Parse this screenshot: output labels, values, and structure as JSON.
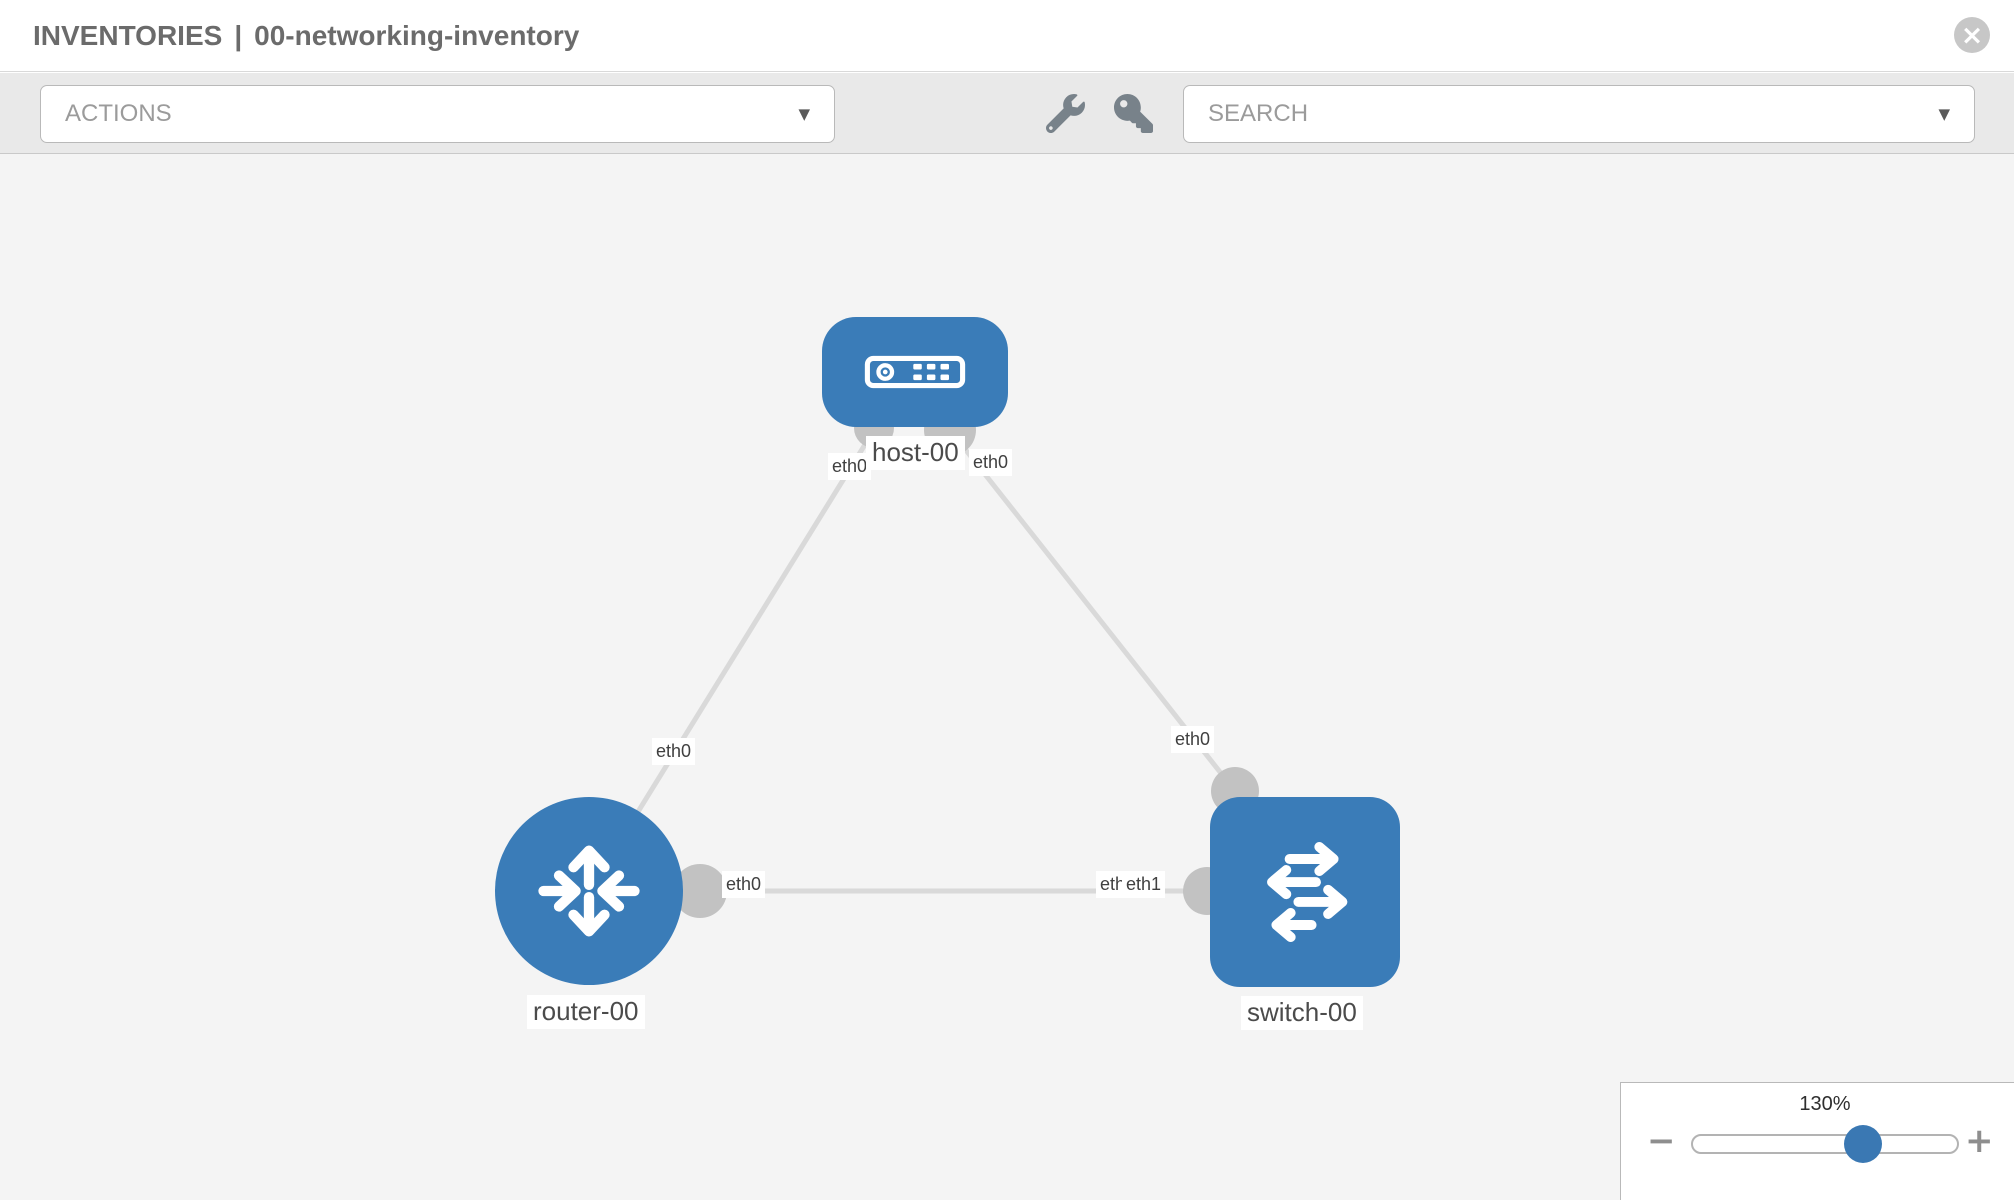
{
  "header": {
    "section": "INVENTORIES",
    "separator": "|",
    "inventory_name": "00-networking-inventory"
  },
  "toolbar": {
    "actions_placeholder": "ACTIONS",
    "search_placeholder": "SEARCH"
  },
  "topology": {
    "nodes": [
      {
        "label": "host-00",
        "type": "host"
      },
      {
        "label": "router-00",
        "type": "router"
      },
      {
        "label": "switch-00",
        "type": "switch"
      }
    ],
    "links": [
      {
        "from": "host-00",
        "to": "router-00",
        "from_interface": "eth0",
        "to_interface": "eth0"
      },
      {
        "from": "host-00",
        "to": "switch-00",
        "from_interface": "eth0",
        "to_interface": "eth0"
      },
      {
        "from": "router-00",
        "to": "switch-00",
        "from_interface": "eth0",
        "to_interface": "eth1",
        "to_interface_overlapped": "eth0"
      }
    ]
  },
  "zoom_control": {
    "level": "130%",
    "zoom_out_label": "−",
    "zoom_in_label": "+"
  },
  "icons": {
    "close_glyph": "×",
    "caret_glyph": "▼",
    "close": "x-circle-icon",
    "wrench": "wrench-icon",
    "key": "key-icon",
    "host": "host-device-icon",
    "router": "router-arrows-icon",
    "switch": "switch-arrows-icon"
  },
  "colors": {
    "node_blue": "#3a7cb8",
    "link_gray": "#d9d9d9",
    "connector_gray": "#c2c2c2",
    "toolbar_gray": "#e9e9e9",
    "canvas_gray": "#f4f4f4",
    "accent_knob_blue": "#3a78b3"
  }
}
